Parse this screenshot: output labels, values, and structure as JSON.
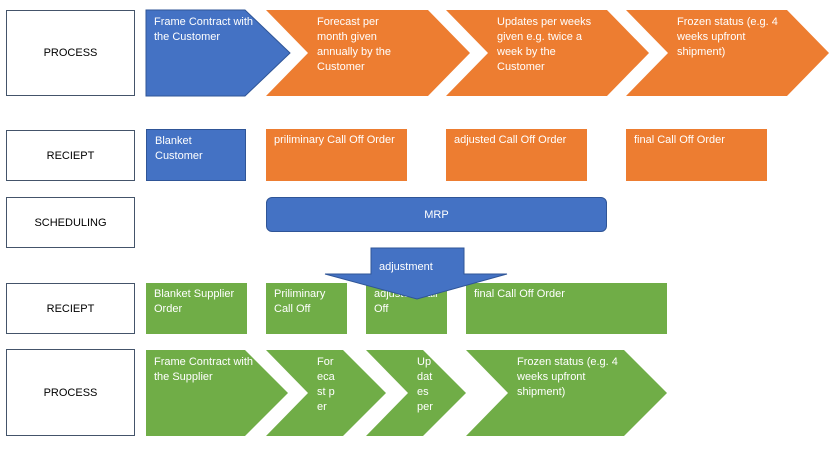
{
  "rows": {
    "process_top": "PROCESS",
    "receipt_top": "RECIEPT",
    "scheduling": "SCHEDULING",
    "receipt_bottom": "RECIEPT",
    "process_bottom": "PROCESS"
  },
  "process_top": {
    "step1": "Frame Contract with the Customer",
    "step2": "Forecast per month given annually by the Customer",
    "step3": "Updates per weeks given e.g. twice a week by the Customer",
    "step4": "Frozen status (e.g. 4 weeks upfront shipment)"
  },
  "receipt_top": {
    "box1": "Blanket Customer",
    "box2": "priliminary Call Off Order",
    "box3": "adjusted Call Off Order",
    "box4": "final Call Off Order"
  },
  "scheduling": {
    "mrp": "MRP"
  },
  "adjustment": "adjustment",
  "receipt_bottom": {
    "box1": "Blanket Supplier Order",
    "box2": "Priliminary Call Off",
    "box3": "adjusted Call Off",
    "box4": "final Call Off Order"
  },
  "process_bottom": {
    "step1": "Frame Contract with the Supplier",
    "step2": "Forecast per",
    "step3": "Updates per",
    "step4": "Frozen status (e.g. 4 weeks upfront shipment)"
  },
  "colors": {
    "blue": "#4472c4",
    "orange": "#ed7d31",
    "green": "#70ad47"
  }
}
